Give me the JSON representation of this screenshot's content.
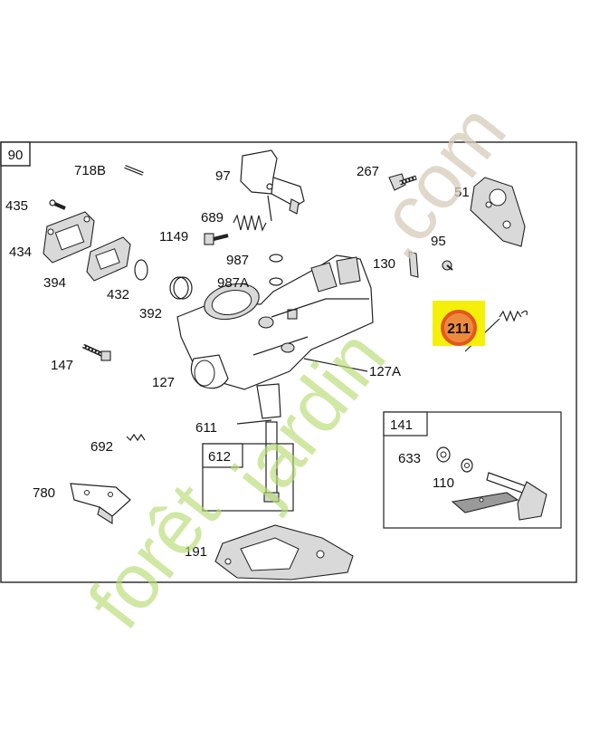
{
  "diagram": {
    "frame_label": "90",
    "labels": [
      "718B",
      "97",
      "267",
      "51",
      "435",
      "689",
      "1149",
      "434",
      "987",
      "987A",
      "130",
      "95",
      "394",
      "432",
      "392",
      "147",
      "127",
      "127A",
      "611",
      "692",
      "612",
      "780",
      "191",
      "141",
      "633",
      "110"
    ],
    "highlighted_label": "211",
    "colors": {
      "highlight_box": "#f4f00a",
      "highlight_ring": "#e2571f",
      "line": "#222222"
    }
  },
  "watermark": {
    "text_a": "forêt",
    "text_b": "jardin",
    "text_c": ".com"
  }
}
